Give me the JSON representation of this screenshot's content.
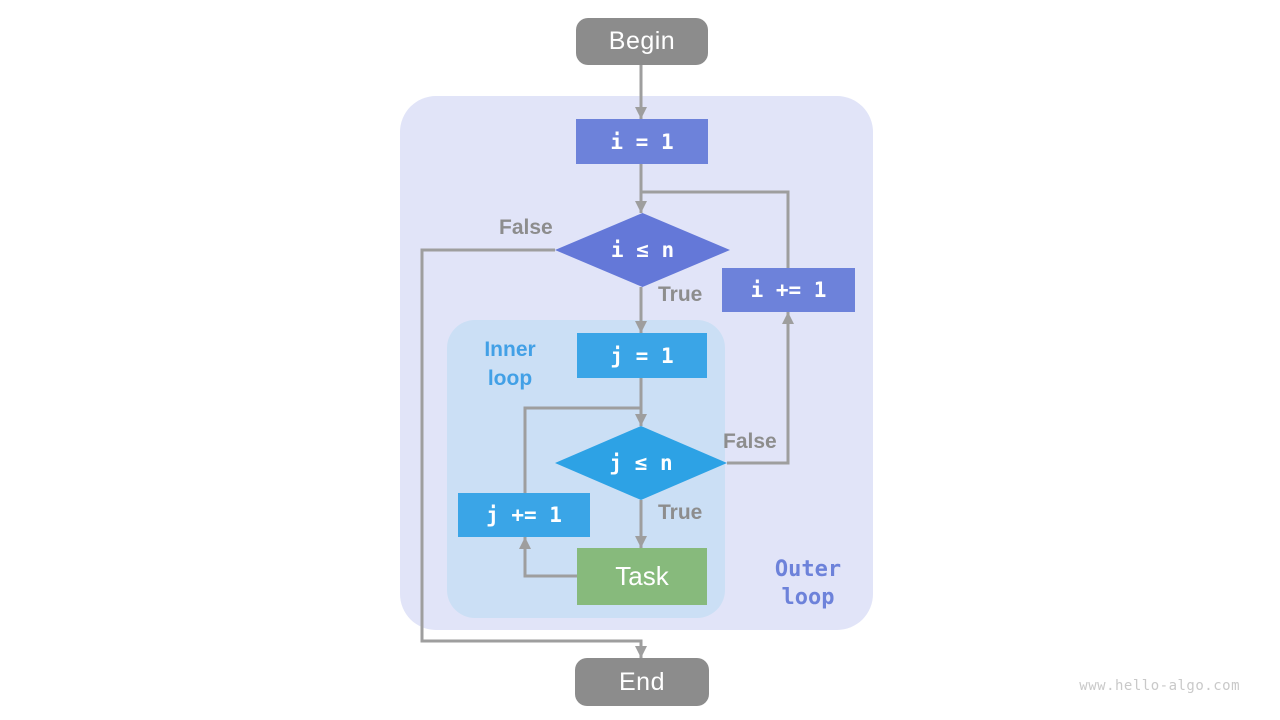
{
  "watermark": "www.hello-algo.com",
  "colors": {
    "terminal_gray": "#8c8c8c",
    "outer_node_purple": "#6d82da",
    "outer_diamond_purple": "#6478d8",
    "inner_node_blue": "#3aa5e7",
    "inner_diamond_blue": "#2da2e5",
    "task_green": "#87ba7c",
    "outer_region_bg": "#e1e4f8",
    "inner_region_bg": "#cbdff5",
    "connector_gray": "#9e9e9e",
    "branch_label_gray": "#8d8d8d",
    "watermark_gray": "#c9c9c9"
  },
  "flowchart": {
    "nodes": {
      "begin": {
        "label": "Begin"
      },
      "init_i": {
        "label": "i = 1"
      },
      "cond_i": {
        "label": "i ≤ n"
      },
      "inc_i": {
        "label": "i += 1"
      },
      "init_j": {
        "label": "j = 1"
      },
      "cond_j": {
        "label": "j ≤ n"
      },
      "inc_j": {
        "label": "j += 1"
      },
      "task": {
        "label": "Task"
      },
      "end": {
        "label": "End"
      }
    },
    "branches": {
      "outer_false": {
        "label": "False"
      },
      "outer_true": {
        "label": "True"
      },
      "inner_false": {
        "label": "False"
      },
      "inner_true": {
        "label": "True"
      }
    },
    "regions": {
      "outer_loop": {
        "line1": "Outer",
        "line2": "loop"
      },
      "inner_loop": {
        "line1": "Inner",
        "line2": "loop"
      }
    }
  }
}
